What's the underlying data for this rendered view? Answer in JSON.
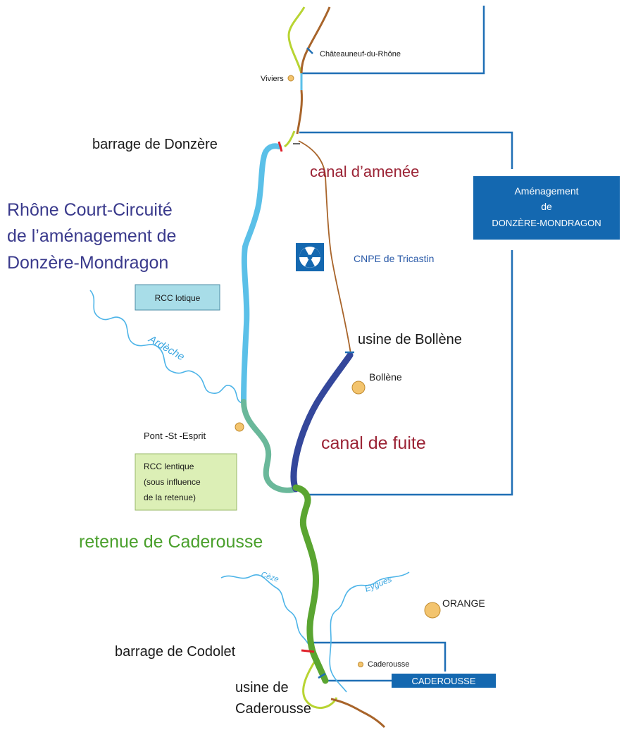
{
  "title": {
    "line1": "Rhône Court-Circuité",
    "line2": "de l’aménagement de",
    "line3": "Donzère-Mondragon"
  },
  "labels": {
    "chateauneuf": "Châteauneuf-du-Rhône",
    "viviers": "Viviers",
    "barrage_donzere": "barrage de Donzère",
    "canal_amenee": "canal d’amenée",
    "cnpe": "CNPE de Tricastin",
    "usine_bollene": "usine de Bollène",
    "bollene": "Bollène",
    "pont_st_esprit": "Pont -St -Esprit",
    "canal_fuite": "canal de fuite",
    "retenue_caderousse": "retenue de Caderousse",
    "orange": "ORANGE",
    "barrage_codolet": "barrage de Codolet",
    "caderousse_town": "Caderousse",
    "usine_caderousse_1": "usine de",
    "usine_caderousse_2": "Caderousse"
  },
  "rivers": {
    "ardeche": "Ardèche",
    "ceze": "Cèze",
    "eygues": "Eygues"
  },
  "boxes": {
    "rcc_lotique": "RCC lotique",
    "rcc_lentique_1": "RCC lentique",
    "rcc_lentique_2": "(sous influence",
    "rcc_lentique_3": "de la retenue)",
    "amenagement_1": "Aménagement",
    "amenagement_2": "de",
    "amenagement_3": "DONZÈRE-MONDRAGON",
    "caderousse_box": "CADEROUSSE"
  },
  "icons": {
    "nuclear": "radiation-icon",
    "town": "town-dot-icon"
  },
  "colors": {
    "rhone_brown": "#a8642a",
    "rcc_lotique": "#5bc0e8",
    "rcc_lentique": "#6ab89a",
    "canal_fuite": "#34479b",
    "retenue_green": "#5aa531",
    "old_river_lime": "#b8d432",
    "frame_blue": "#1f6fb5",
    "box_blue": "#1468b0",
    "town_dot": "#f3c46e"
  }
}
